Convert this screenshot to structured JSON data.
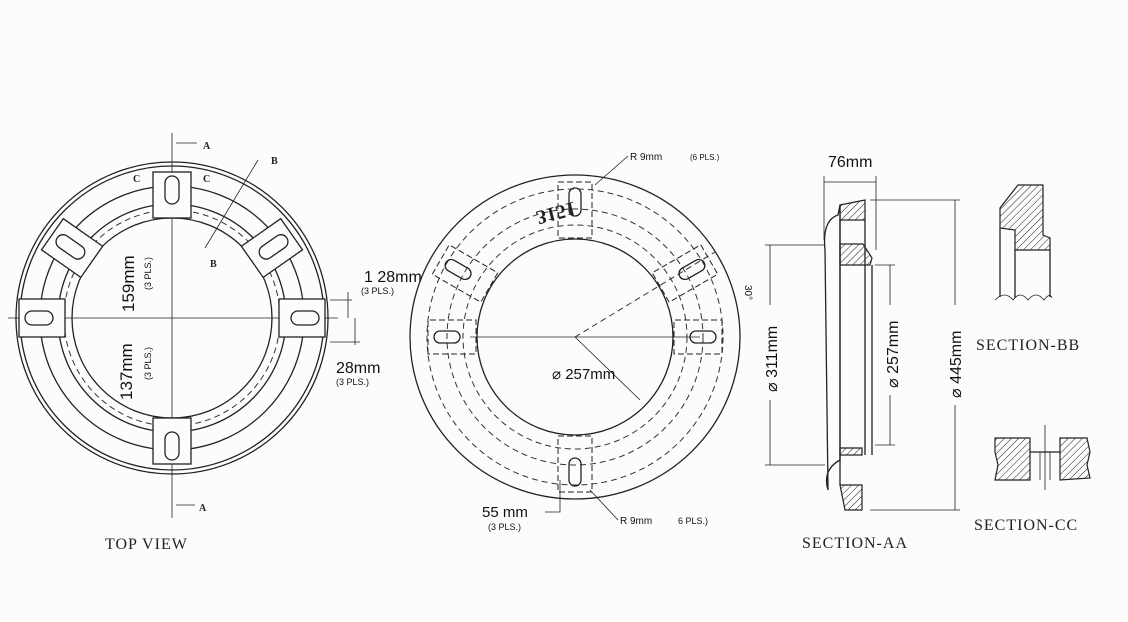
{
  "top_view": {
    "title": "TOP VIEW",
    "section_a": "A",
    "section_b": "B",
    "section_c": "C",
    "dim_159": "159mm",
    "dim_137": "137mm",
    "pls": "(3 PLS.)",
    "dim_28_top": "1 28mm",
    "dim_28_bottom": "28mm"
  },
  "middle_view": {
    "radius_top": "R 9mm",
    "radius_top_pls": "(6 PLS.)",
    "part_number": "3151",
    "angle": "30°",
    "inner_diameter": "⌀ 257mm",
    "dim_55": "55 mm",
    "dim_55_pls": "(3 PLS.)",
    "radius_bottom": "R 9mm",
    "radius_bottom_pls": "6 PLS.)"
  },
  "section_aa": {
    "title": "SECTION-AA",
    "width": "76mm",
    "d311": "⌀ 311mm",
    "d257": "⌀ 257mm",
    "d445": "⌀ 445mm"
  },
  "section_bb": {
    "title": "SECTION-BB"
  },
  "section_cc": {
    "title": "SECTION-CC"
  }
}
